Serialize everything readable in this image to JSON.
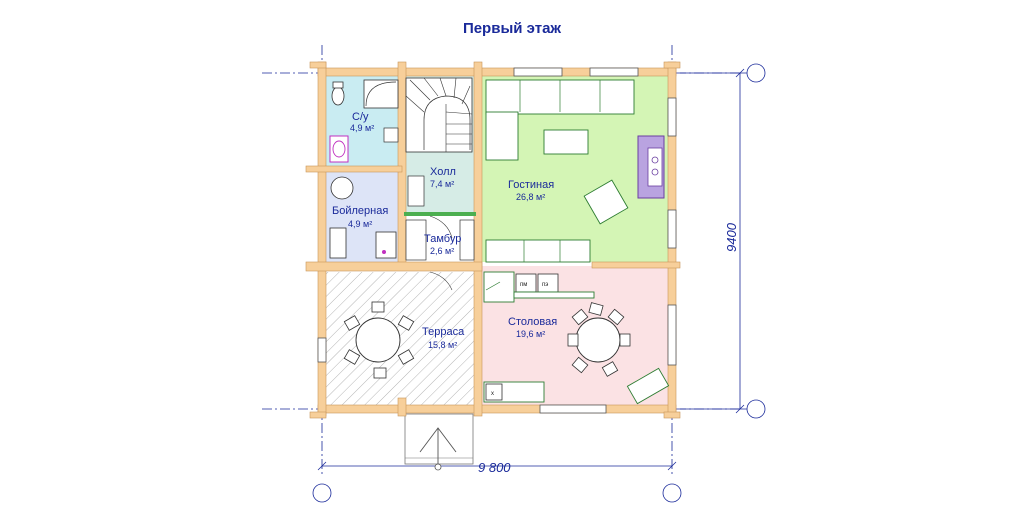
{
  "title": "Первый этаж",
  "dimensions": {
    "width": "9 800",
    "height": "9400"
  },
  "rooms": {
    "bath": {
      "name": "С/у",
      "area": "4,9 м²"
    },
    "boiler": {
      "name": "Бойлерная",
      "area": "4,9 м²"
    },
    "hall": {
      "name": "Холл",
      "area": "7,4 м²"
    },
    "vestibule": {
      "name": "Тамбур",
      "area": "2,6 м²"
    },
    "living": {
      "name": "Гостиная",
      "area": "26,8 м²"
    },
    "dining": {
      "name": "Столовая",
      "area": "19,6 м²"
    },
    "terrace": {
      "name": "Терраса",
      "area": "15,8 м²"
    }
  },
  "appliances": {
    "dishwasher": "пм",
    "stove": "пэ",
    "fridge": "х"
  },
  "colors": {
    "bath": "#c9ecf2",
    "boiler": "#dde4f7",
    "hall": "#d6ece6",
    "living": "#d4f5b5",
    "dining": "#fbe2e4",
    "wall": "#f7cf9a",
    "text": "#1a2a9a"
  }
}
